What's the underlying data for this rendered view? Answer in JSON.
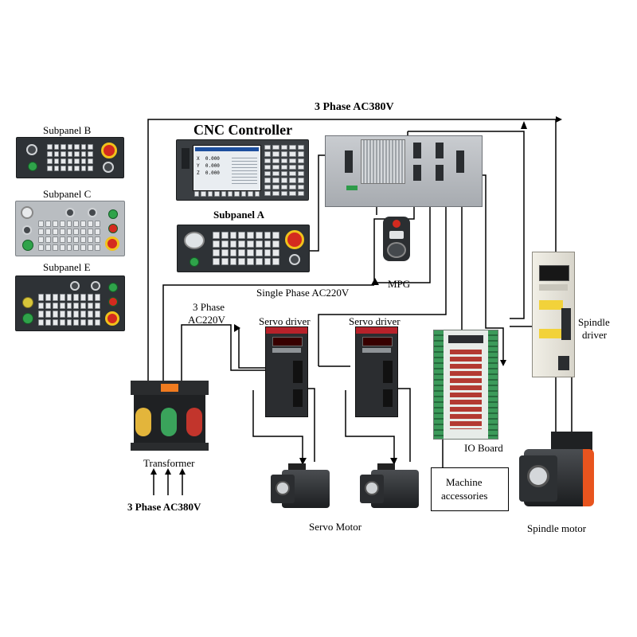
{
  "labels": {
    "top_power": "3 Phase AC380V",
    "cnc_controller": "CNC Controller",
    "subpanel_b": "Subpanel B",
    "subpanel_c": "Subpanel C",
    "subpanel_e": "Subpanel E",
    "subpanel_a": "Subpanel A",
    "mpg": "MPG",
    "single_phase": "Single Phase AC220V",
    "three_phase_220_line1": "3 Phase",
    "three_phase_220_line2": "AC220V",
    "servo_driver_1": "Servo driver",
    "servo_driver_2": "Servo driver",
    "spindle_driver_line1": "Spindle",
    "spindle_driver_line2": "driver",
    "io_board": "IO Board",
    "machine_accessories_line1": "Machine",
    "machine_accessories_line2": "accessories",
    "transformer": "Transformer",
    "bottom_power": "3 Phase AC380V",
    "servo_motor": "Servo Motor",
    "spindle_motor": "Spindle motor"
  },
  "screen": {
    "x_label": "X",
    "x_value": "0.000",
    "y_label": "Y",
    "y_value": "0.000",
    "z_label": "Z",
    "z_value": "0.000"
  },
  "colors": {
    "panel_dark": "#2e3236",
    "panel_light": "#b9bdc1",
    "estop_red": "#d42a1f",
    "estop_ring": "#f1c21b",
    "button_green": "#2fa34a",
    "servo_red_band": "#b7222a",
    "io_board_green": "#3c9a5a",
    "spindle_motor_orange": "#e8541e"
  }
}
